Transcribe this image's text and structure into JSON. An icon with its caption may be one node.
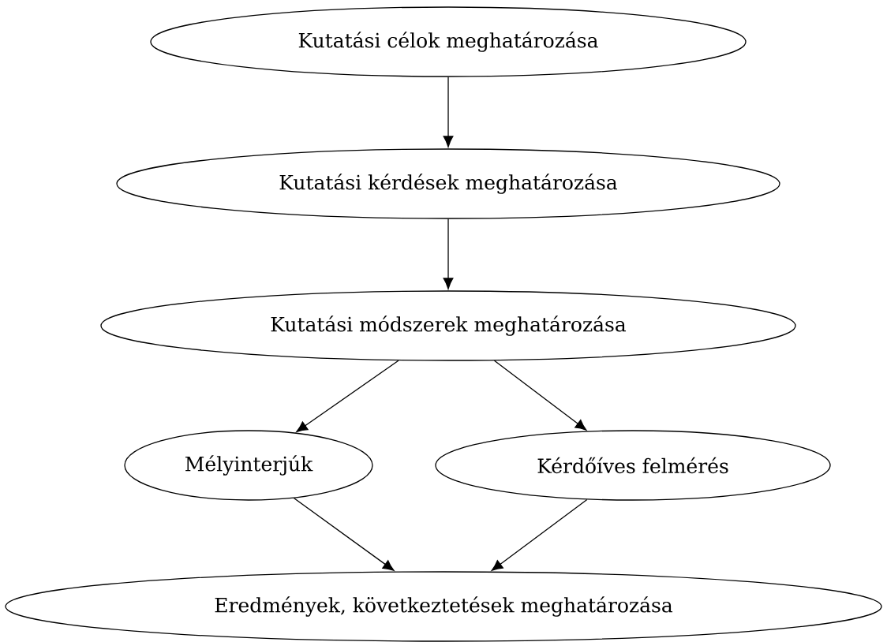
{
  "diagram": {
    "nodes": [
      {
        "text": [
          "Kutatási célok meghatározása"
        ]
      },
      {
        "text": [
          "Kutatási kérdések meghatározása"
        ]
      },
      {
        "text": [
          "Kutatási módszerek meghatározása"
        ]
      },
      {
        "text": [
          "Mélyinterjúk"
        ]
      },
      {
        "text": [
          "Kérdőíves felmérés"
        ]
      },
      {
        "text": [
          "Eredmények, következtetések meghatározása"
        ]
      }
    ],
    "edges": [
      {
        "from": 0,
        "to": 1,
        "arrow": "to"
      },
      {
        "from": 1,
        "to": 2,
        "arrow": "to"
      },
      {
        "from": 2,
        "to": 3,
        "arrow": "to"
      },
      {
        "from": 2,
        "to": 4,
        "arrow": "to"
      },
      {
        "from": 3,
        "to": 5,
        "arrow": "to"
      },
      {
        "from": 4,
        "to": 5,
        "arrow": "to"
      }
    ]
  }
}
